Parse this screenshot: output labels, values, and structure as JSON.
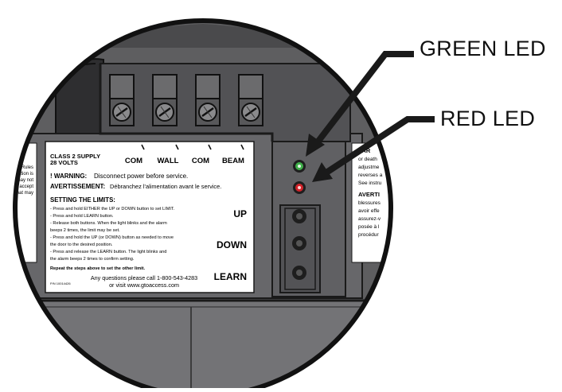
{
  "callouts": {
    "green_led": "GREEN LED",
    "red_led": "RED LED"
  },
  "terminals": [
    "COM",
    "WALL",
    "COM",
    "BEAM"
  ],
  "main_label": {
    "supply_line1": "CLASS 2 SUPPLY",
    "supply_line2": "28 VOLTS",
    "warning_prefix": "! WARNING:",
    "warning_text": "Disconnect power before service.",
    "avert_prefix": "AVERTISSEMENT:",
    "avert_text": "Débranchez l'alimentation avant le service.",
    "limits_heading": "SETTING THE LIMITS:",
    "steps": [
      "- Press and hold EITHER the UP or DOWN button to set LIMIT.",
      "- Press and hold LEARN button.",
      "- Release both buttons. When the light blinks and the alarm",
      "  beeps 2 times, the limit may be set.",
      "- Press and hold the UP (or DOWN) button as needed to move",
      "  the door to the desired position.",
      "- Press and release the LEARN button. The light blinks and",
      "  the alarm beeps 2 times to confirm setting."
    ],
    "repeat_note": "Repeat the steps above to set the other limit.",
    "contact_line1": "Any questions please call 1-800-543-4283",
    "contact_line2": "or visit www.gtoaccess.com",
    "part_number": "P/N 10014426",
    "button_labels": [
      "UP",
      "DOWN",
      "LEARN"
    ]
  },
  "left_label_lines": [
    "FCC Rules",
    "eration is",
    "ce may not",
    "that accept",
    "that may"
  ],
  "right_label_lines": [
    "VAR",
    "or death",
    "adjustme",
    "reverses a",
    "See instru",
    "AVERTI",
    "blessures",
    "avoir effe",
    "assurez-v",
    "posée à l",
    "procédur"
  ],
  "colors": {
    "green_led": "#3fae49",
    "red_led": "#d2232a",
    "housing": "#6b6b6d",
    "panel": "#5b5b5d",
    "outline": "#1a1a1a"
  }
}
